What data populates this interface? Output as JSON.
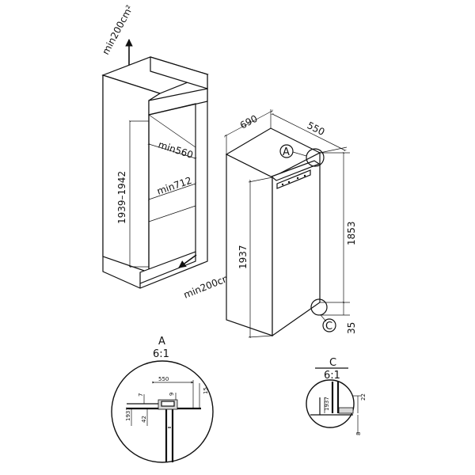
{
  "niche": {
    "vent_top": "min200cm²",
    "vent_bottom": "min200cm²",
    "depth_min": "min560",
    "width_min": "min712",
    "height_range": "1939–1942"
  },
  "appliance": {
    "width": "690",
    "depth": "550",
    "total_height": "1853",
    "front_height": "1937",
    "bottom_gap": "35",
    "callout_a": "A",
    "callout_c": "C"
  },
  "detail_a": {
    "title": "A",
    "scale": "6:1",
    "dim_550": "550",
    "dim_7": "7",
    "dim_9": "9",
    "dim_15": "15",
    "dim_1937": "1937",
    "dim_42": "42"
  },
  "detail_c": {
    "title": "C",
    "scale": "6:1",
    "dim_22": "22",
    "dim_1937": "1937",
    "dim_8": "8"
  }
}
